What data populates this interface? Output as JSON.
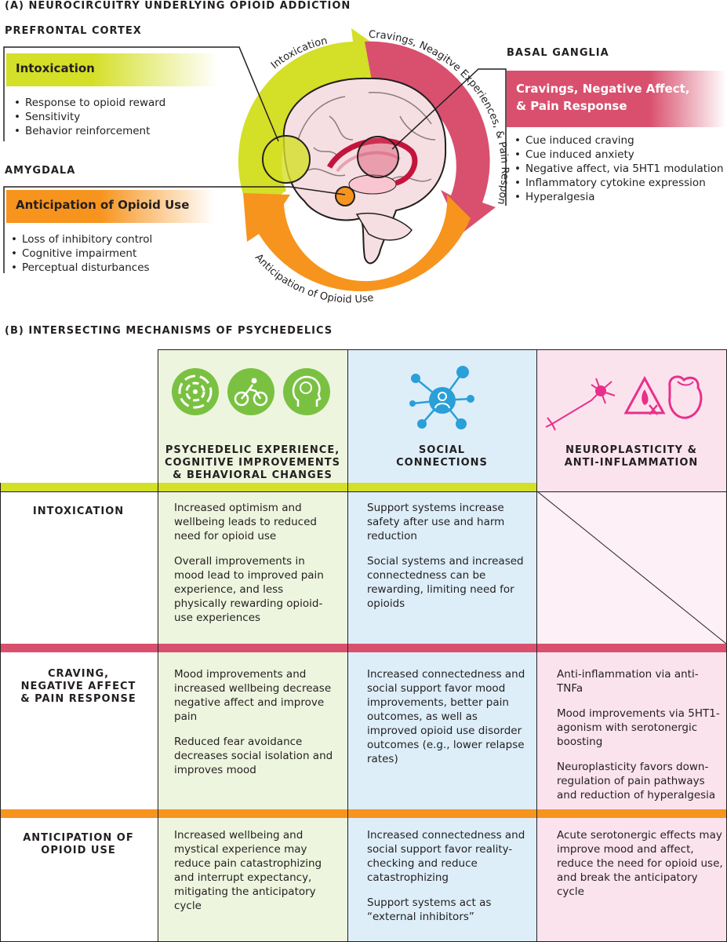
{
  "colors": {
    "lime": "#d4df27",
    "crimson": "#d9506e",
    "orange": "#f7941d",
    "green_bg": "#eef5df",
    "blue_bg": "#ddeef9",
    "pink_bg": "#fbe3ee",
    "green_icon": "#7ac142",
    "blue_icon": "#2a9fd8",
    "magenta_icon": "#e8308a"
  },
  "panel_a": {
    "title": "(A) NEUROCIRCUITRY UNDERLYING OPIOID ADDICTION",
    "prefrontal": {
      "region": "PREFRONTAL CORTEX",
      "box_title": "Intoxication",
      "items": [
        "Response to opioid reward",
        "Sensitivity",
        "Behavior reinforcement"
      ]
    },
    "amygdala": {
      "region": "AMYGDALA",
      "box_title": "Anticipation of Opioid Use",
      "items": [
        "Loss of inhibitory control",
        "Cognitive impairment",
        "Perceptual disturbances"
      ]
    },
    "basal": {
      "region": "BASAL GANGLIA",
      "box_title_1": "Cravings, Negative Affect,",
      "box_title_2": "& Pain Response",
      "items": [
        "Cue induced craving",
        "Cue induced anxiety",
        "Negative affect, via 5HT1 modulation",
        "Inflammatory cytokine expression",
        "Hyperalgesia"
      ]
    },
    "arrow_labels": {
      "intoxication": "Intoxication",
      "cravings": "Cravings, Neagitve Experiences, & Pain Response",
      "anticipation": "Anticipation of Opioid Use"
    }
  },
  "panel_b": {
    "title": "(B) INTERSECTING MECHANISMS OF PSYCHEDELICS",
    "columns": [
      {
        "lines": [
          "PSYCHEDELIC EXPERIENCE,",
          "COGNITIVE IMPROVEMENTS",
          "& BEHAVIORAL CHANGES"
        ]
      },
      {
        "lines": [
          "SOCIAL",
          "CONNECTIONS"
        ]
      },
      {
        "lines": [
          "NEUROPLASTICITY &",
          "ANTI-INFLAMMATION"
        ]
      }
    ],
    "rows": [
      {
        "head": [
          "INTOXICATION"
        ],
        "cells": [
          [
            "Increased optimism and wellbeing leads to reduced need for opioid use",
            "Overall improvements in mood lead to improved pain experience, and less physically rewarding opioid-use experiences"
          ],
          [
            "Support systems increase safety after use and harm reduction",
            "Social systems and increased connectedness can be rewarding, limiting need for opioids"
          ],
          []
        ]
      },
      {
        "head": [
          "CRAVING,",
          "NEGATIVE AFFECT",
          "& PAIN RESPONSE"
        ],
        "cells": [
          [
            "Mood improvements and increased wellbeing decrease negative affect and improve pain",
            "Reduced fear avoidance decreases social isolation and improves mood"
          ],
          [
            "Increased connectedness and social support favor mood improvements, better pain outcomes, as well as improved opioid use disorder outcomes (e.g., lower relapse rates)"
          ],
          [
            "Anti-inflammation via anti-TNFa",
            "Mood improvements via 5HT1-agonism with serotonergic boosting",
            "Neuroplasticity favors down-regulation of pain pathways and reduction of hyperalgesia"
          ]
        ]
      },
      {
        "head": [
          "ANTICIPATION OF",
          "OPIOID USE"
        ],
        "cells": [
          [
            "Increased wellbeing and mystical experience may reduce pain catastrophizing and interrupt expectancy, mitigating the anticipatory cycle"
          ],
          [
            "Increased connectedness and social support favor reality-checking and reduce catastrophizing",
            "Support systems act as “external inhibitors”"
          ],
          [
            "Acute serotonergic effects may improve mood and affect, reduce the need for opioid use, and break the anticipatory cycle"
          ]
        ]
      }
    ]
  }
}
